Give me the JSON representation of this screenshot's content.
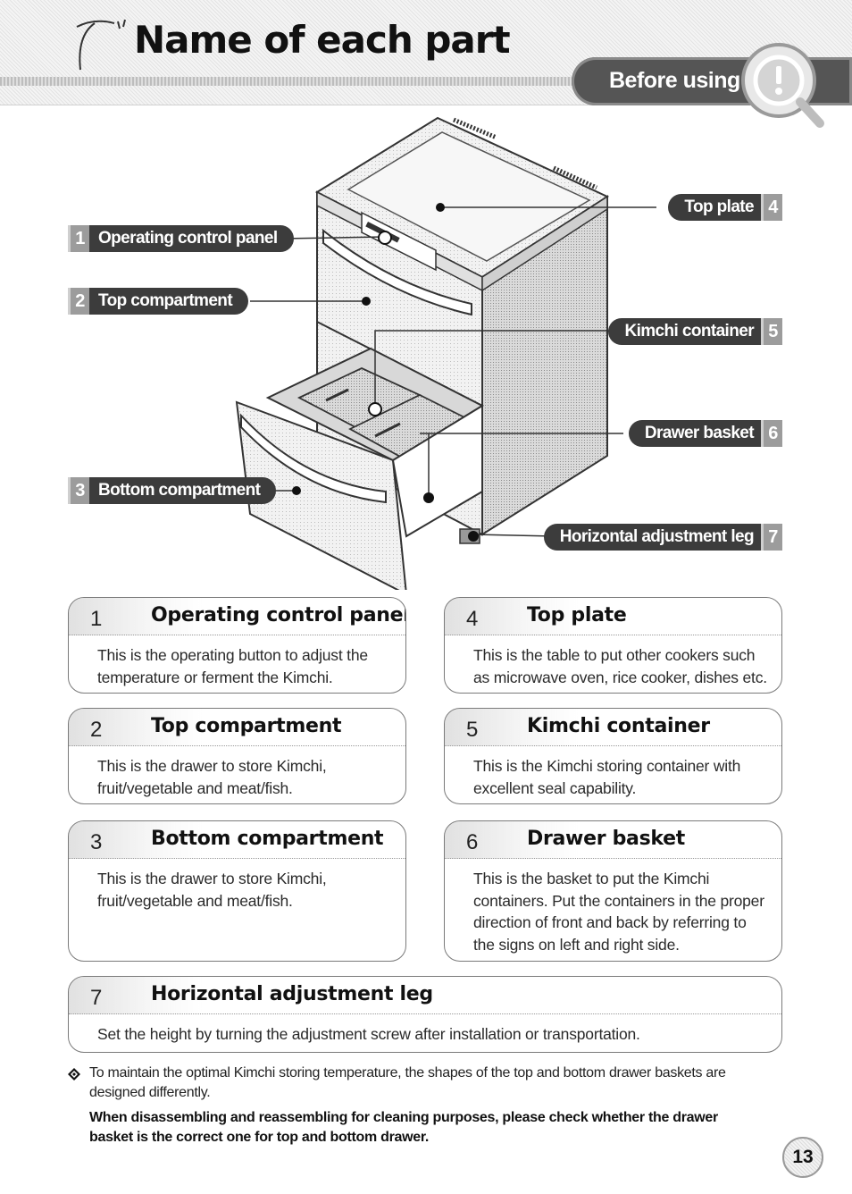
{
  "header": {
    "title": "Name of each part",
    "section_tab": "Before using"
  },
  "diagram_labels": [
    {
      "num": "1",
      "label": "Operating control panel"
    },
    {
      "num": "2",
      "label": "Top compartment"
    },
    {
      "num": "3",
      "label": "Bottom compartment"
    },
    {
      "num": "4",
      "label": "Top plate"
    },
    {
      "num": "5",
      "label": "Kimchi container"
    },
    {
      "num": "6",
      "label": "Drawer basket"
    },
    {
      "num": "7",
      "label": "Horizontal adjustment leg"
    }
  ],
  "parts": [
    {
      "num": "1",
      "title": "Operating control panel",
      "lines": [
        "This is the operating button to adjust the",
        "temperature or ferment the Kimchi."
      ]
    },
    {
      "num": "4",
      "title": "Top plate",
      "lines": [
        "This is the table to put other cookers such",
        "as microwave oven, rice cooker, dishes etc."
      ]
    },
    {
      "num": "2",
      "title": "Top compartment",
      "lines": [
        "This is the drawer to store Kimchi,",
        "fruit/vegetable and meat/fish."
      ]
    },
    {
      "num": "5",
      "title": "Kimchi container",
      "lines": [
        "This is the Kimchi storing container with",
        "excellent seal capability."
      ]
    },
    {
      "num": "3",
      "title": "Bottom compartment",
      "lines": [
        "This is the drawer to store Kimchi,",
        "fruit/vegetable and meat/fish."
      ]
    },
    {
      "num": "6",
      "title": "Drawer basket",
      "lines": [
        "This is the basket to put the Kimchi",
        "containers. Put the containers in the proper",
        "direction of front and back by referring to",
        "the signs on left and right side."
      ]
    },
    {
      "num": "7",
      "title": "Horizontal adjustment leg",
      "lines": [
        "Set the height by turning the adjustment screw after installation or transportation."
      ]
    }
  ],
  "notes": {
    "bullet_icon": "diamond-bullet-icon",
    "line1": "To maintain the optimal Kimchi storing temperature, the shapes of the top and bottom drawer baskets are",
    "line2": "designed differently.",
    "warning1": "When disassembling and reassembling for cleaning purposes, please check whether the drawer",
    "warning2": "basket is the correct one for top and bottom drawer."
  },
  "page_number": "13"
}
